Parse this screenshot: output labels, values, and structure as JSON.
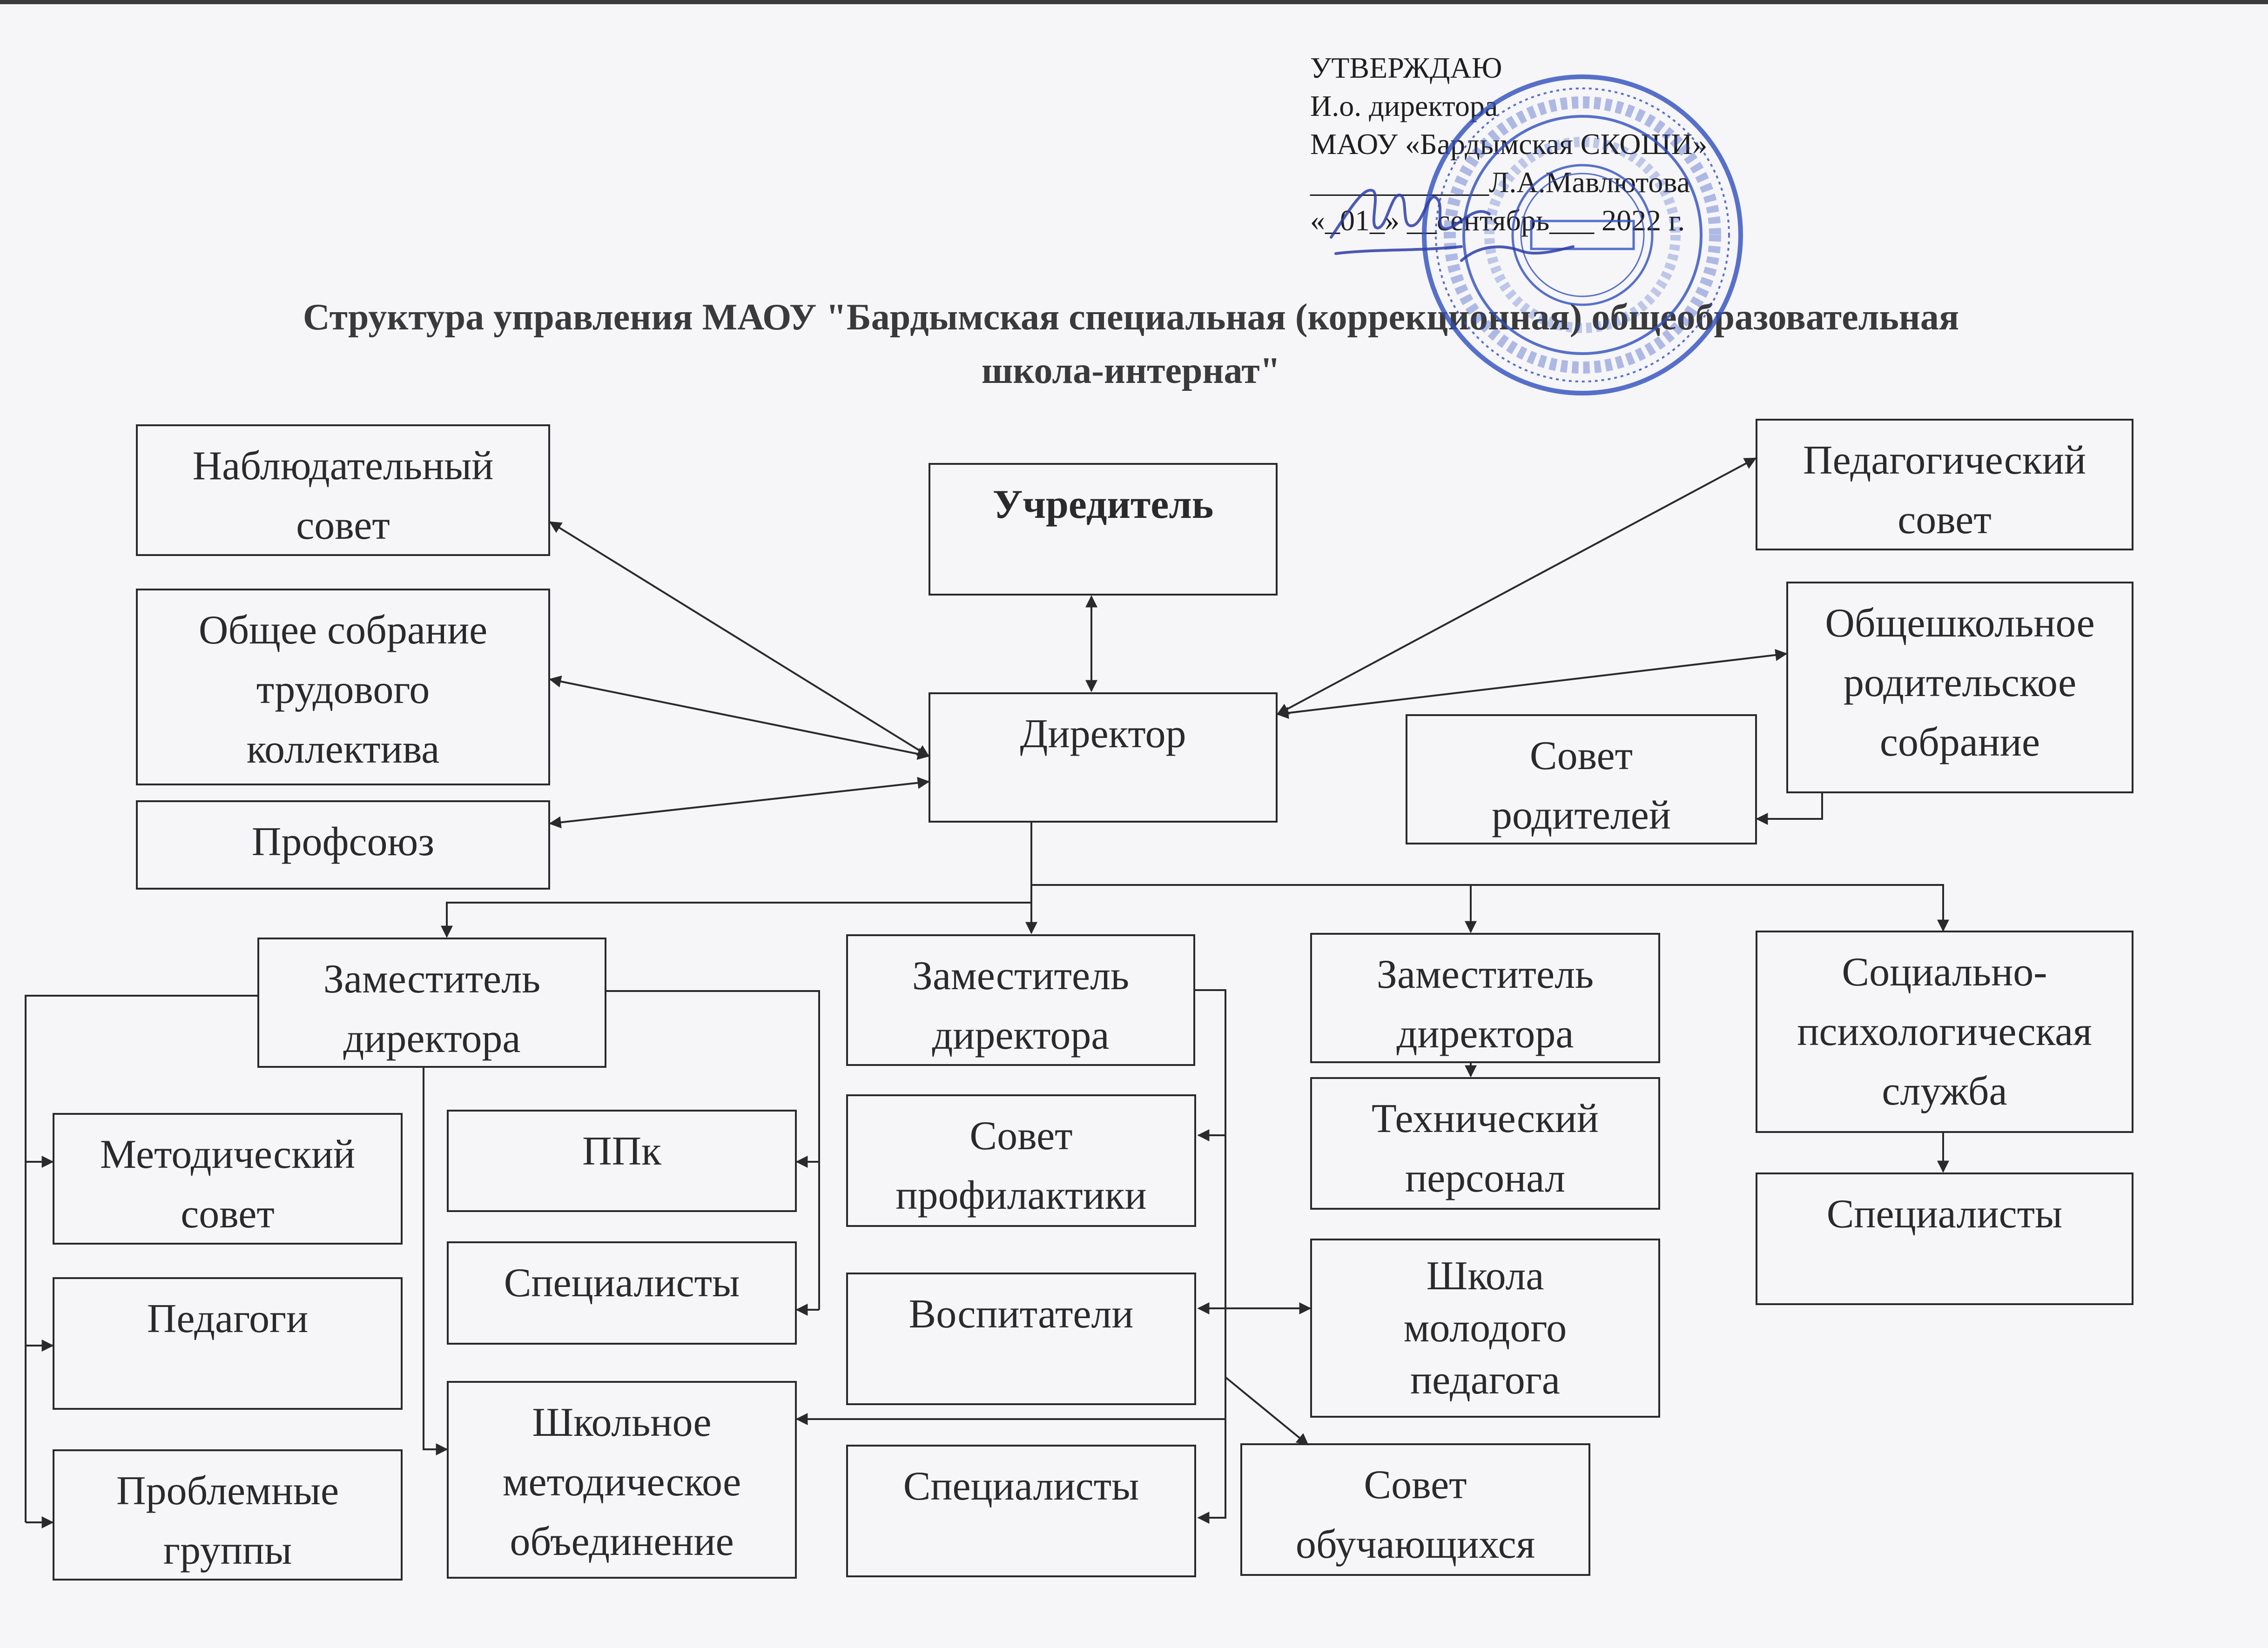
{
  "approval": {
    "line1": "УТВЕРЖДАЮ",
    "line2": "И.о. директора",
    "line3": "МАОУ «Бардымская СКОШИ»",
    "line4": "____________Л.А.Мавлютова",
    "line5": "«_01_» __сентябрь___ 2022 г."
  },
  "title": {
    "line1": "Структура управления МАОУ \"Бардымская специальная (коррекционная) общеобразовательная",
    "line2": "школа-интернат\""
  },
  "boxes": {
    "observ": [
      "Наблюдательный",
      "совет"
    ],
    "general": [
      "Общее собрание",
      "трудового",
      "коллектива"
    ],
    "union": [
      "Профсоюз"
    ],
    "founder": [
      "Учредитель"
    ],
    "director": [
      "Директор"
    ],
    "pedcouncil": [
      "Педагогический",
      "совет"
    ],
    "parentmeeting": [
      "Общешкольное",
      "родительское",
      "собрание"
    ],
    "parentcouncil": [
      "Совет",
      "родителей"
    ],
    "dep1": [
      "Заместитель",
      "директора"
    ],
    "dep2": [
      "Заместитель",
      "директора"
    ],
    "dep3": [
      "Заместитель",
      "директора"
    ],
    "social": [
      "Социально-",
      "психологическая",
      "служба"
    ],
    "method": [
      "Методический",
      "совет"
    ],
    "teachers": [
      "Педагоги"
    ],
    "problem": [
      "Проблемные",
      "группы"
    ],
    "ppk": [
      "ППк"
    ],
    "spec1": [
      "Специалисты"
    ],
    "schoolmethod": [
      "Школьное",
      "методическое",
      "объединение"
    ],
    "prevention": [
      "Совет",
      "профилактики"
    ],
    "educators": [
      "Воспитатели"
    ],
    "spec2": [
      "Специалисты"
    ],
    "tech": [
      "Технический",
      "персонал"
    ],
    "young": [
      "Школа",
      "молодого",
      "педагога"
    ],
    "students": [
      "Совет",
      "обучающихся"
    ],
    "spec3": [
      "Специалисты"
    ]
  },
  "colors": {
    "ink": "#2a2a2a",
    "seal": "#2f4fbf",
    "paper": "#f6f5f8"
  },
  "seal_icon": "round-official-seal-icon",
  "signature_icon": "handwritten-signature-icon"
}
